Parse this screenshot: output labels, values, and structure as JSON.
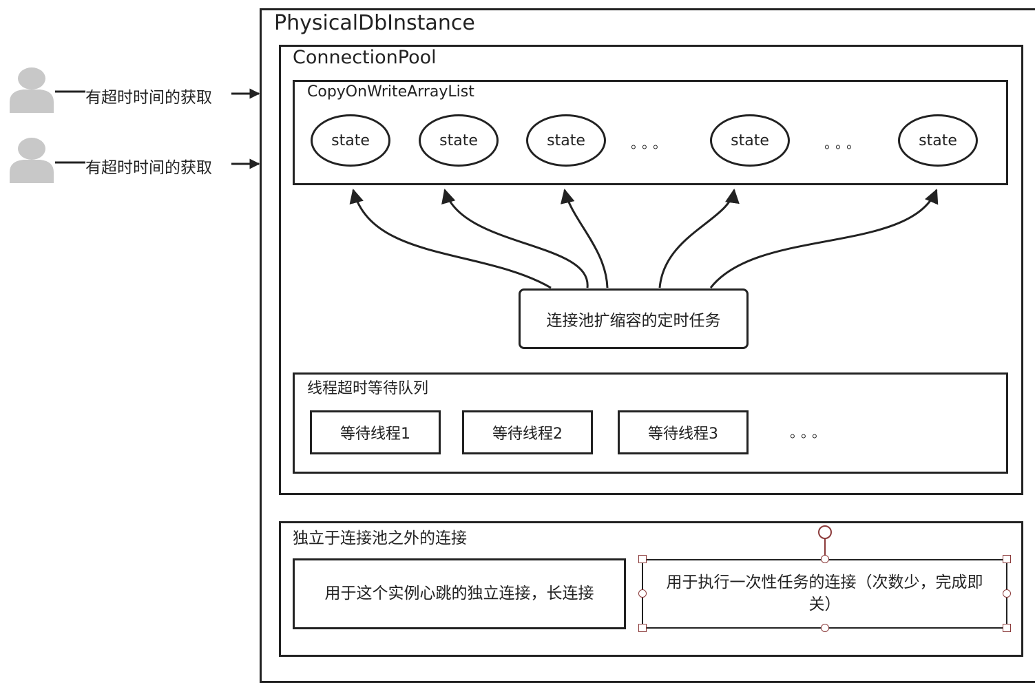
{
  "physical_instance": {
    "title": "PhysicalDbInstance"
  },
  "pool": {
    "title": "ConnectionPool"
  },
  "list": {
    "title": "CopyOnWriteArrayList",
    "states": [
      "state",
      "state",
      "state",
      "state",
      "state"
    ],
    "ellipsis": "。。。"
  },
  "requests": [
    {
      "label": "有超时时间的获取"
    },
    {
      "label": "有超时时间的获取"
    }
  ],
  "scheduler": {
    "label": "连接池扩缩容的定时任务"
  },
  "wait_queue": {
    "title": "线程超时等待队列",
    "threads": [
      "等待线程1",
      "等待线程2",
      "等待线程3"
    ],
    "ellipsis": "。。。"
  },
  "independent": {
    "title": "独立于连接池之外的连接",
    "heartbeat": "用于这个实例心跳的独立连接，长连接",
    "oneoff": "用于执行一次性任务的连接（次数少，完成即关）"
  },
  "colors": {
    "stroke": "#222222",
    "selection": "#8b3a3a",
    "user_icon": "#c8c8c8"
  },
  "icons": [
    "user-icon"
  ]
}
